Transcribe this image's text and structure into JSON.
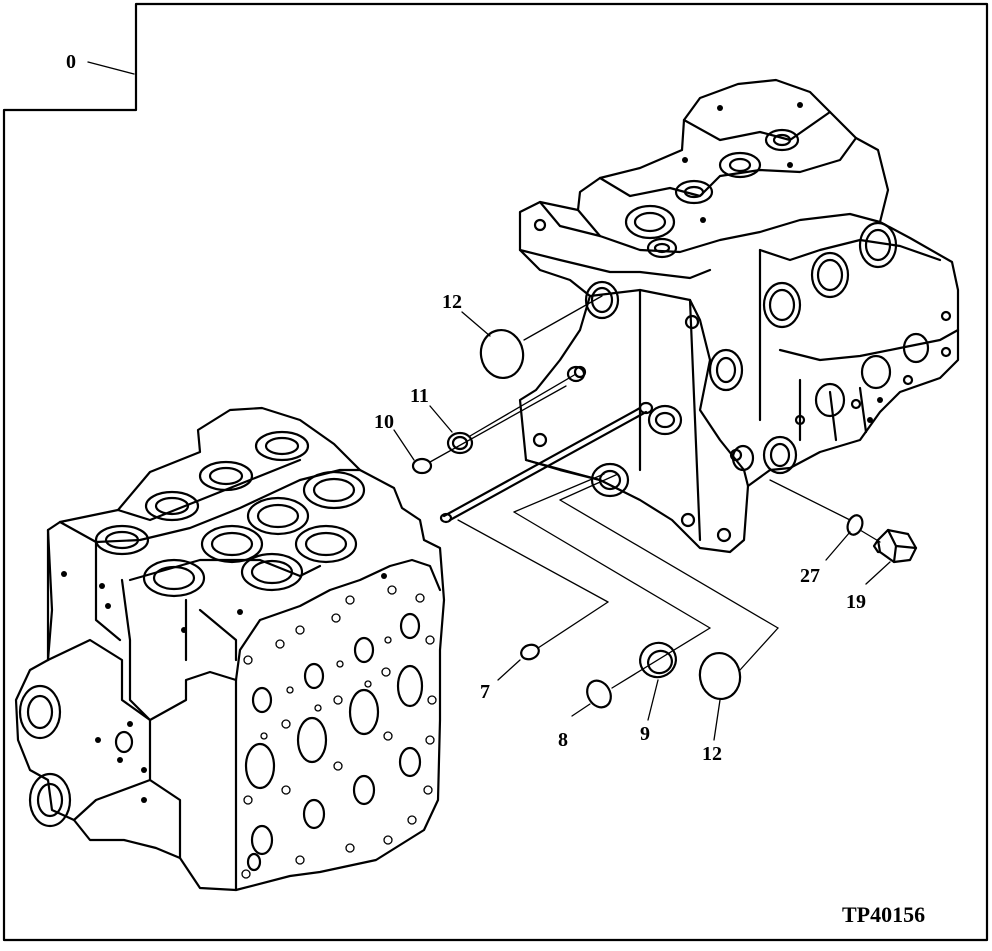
{
  "figure_id": "TP40156",
  "callouts": [
    {
      "id": "callout-0",
      "label": "0"
    },
    {
      "id": "callout-12-top",
      "label": "12"
    },
    {
      "id": "callout-11",
      "label": "11"
    },
    {
      "id": "callout-10",
      "label": "10"
    },
    {
      "id": "callout-7",
      "label": "7"
    },
    {
      "id": "callout-8",
      "label": "8"
    },
    {
      "id": "callout-9",
      "label": "9"
    },
    {
      "id": "callout-12-bottom",
      "label": "12"
    },
    {
      "id": "callout-27",
      "label": "27"
    },
    {
      "id": "callout-19",
      "label": "19"
    }
  ]
}
